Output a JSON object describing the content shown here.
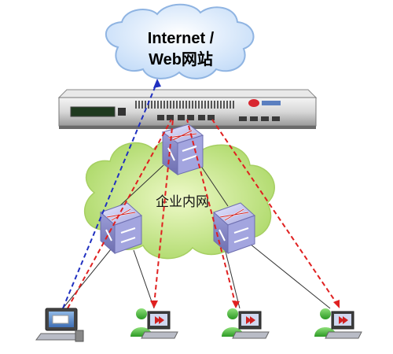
{
  "internet": {
    "line1": "Internet /",
    "line2": "Web网站"
  },
  "lan": {
    "label": "企业内网"
  },
  "device": {
    "lcd_text": "",
    "logo_color": "#d8262f"
  },
  "colors": {
    "internet_cloud": "#d7e8fb",
    "internet_cloud_edge": "#8fb4e2",
    "lan_cloud": "#c9ea97",
    "lan_cloud_edge": "#a6cf62",
    "switch_face": "#b7b8e8",
    "switch_edge": "#6e6fb0",
    "red_dash": "#e02020",
    "blue_dash": "#2030c0",
    "black_line": "#333333"
  }
}
